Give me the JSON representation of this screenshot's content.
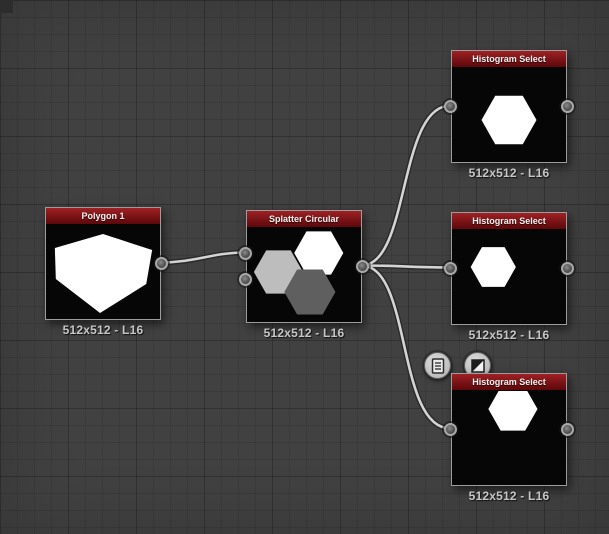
{
  "canvas": {
    "background": "#414141",
    "grid_minor": "#3a3a3a",
    "grid_major": "#343434",
    "wire_color": "#d4d4d4",
    "node_header_color": "#7c1417"
  },
  "nodes": [
    {
      "title": "Polygon 1",
      "label": "512x512 - L16"
    },
    {
      "title": "Splatter Circular",
      "label": "512x512 - L16"
    },
    {
      "title": "Histogram Select",
      "label": "512x512 - L16"
    },
    {
      "title": "Histogram Select",
      "label": "512x512 - L16"
    },
    {
      "title": "Histogram Select",
      "label": "512x512 - L16"
    }
  ],
  "floating_buttons": [
    {
      "icon": "document-lines-icon"
    },
    {
      "icon": "split-square-icon"
    }
  ]
}
